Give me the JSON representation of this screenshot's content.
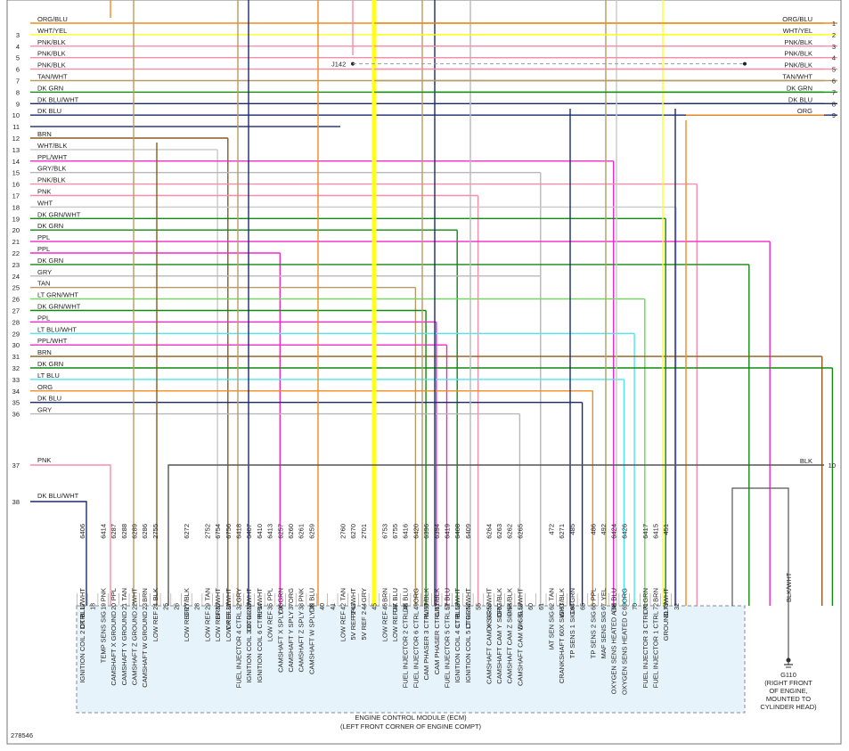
{
  "colors": {
    "ORG": "#f08c1e",
    "WHT": "#c8c8c8",
    "YEL": "#ffff1a",
    "PNK": "#f78ea7",
    "TAN": "#b89a66",
    "DKGRN": "#0f8a0f",
    "DKBLU": "#1a2a6e",
    "BRN": "#8a5a1e",
    "PPL": "#f028c8",
    "GRY": "#b8b8b8",
    "LTGRN": "#66dd55",
    "LTBLU": "#4ee6f0",
    "BLK": "#555555",
    "LINK": "#999999"
  },
  "left_wires": [
    {
      "n": "",
      "label": "ORG/BLU",
      "c": "ORG"
    },
    {
      "n": "3",
      "label": "WHT/YEL",
      "c": "YEL"
    },
    {
      "n": "4",
      "label": "PNK/BLK",
      "c": "PNK"
    },
    {
      "n": "5",
      "label": "PNK/BLK",
      "c": "PNK"
    },
    {
      "n": "6",
      "label": "PNK/BLK",
      "c": "PNK"
    },
    {
      "n": "7",
      "label": "TAN/WHT",
      "c": "TAN"
    },
    {
      "n": "8",
      "label": "DK GRN",
      "c": "DKGRN"
    },
    {
      "n": "9",
      "label": "DK BLU/WHT",
      "c": "DKBLU"
    },
    {
      "n": "10",
      "label": "DK BLU",
      "c": "DKBLU"
    },
    {
      "n": "11",
      "label": "",
      "c": "DKBLU"
    },
    {
      "n": "12",
      "label": "BRN",
      "c": "BRN"
    },
    {
      "n": "13",
      "label": "WHT/BLK",
      "c": "WHT"
    },
    {
      "n": "14",
      "label": "PPL/WHT",
      "c": "PPL"
    },
    {
      "n": "15",
      "label": "GRY/BLK",
      "c": "GRY"
    },
    {
      "n": "16",
      "label": "PNK/BLK",
      "c": "PNK"
    },
    {
      "n": "17",
      "label": "PNK",
      "c": "PNK"
    },
    {
      "n": "18",
      "label": "WHT",
      "c": "WHT"
    },
    {
      "n": "19",
      "label": "DK GRN/WHT",
      "c": "DKGRN"
    },
    {
      "n": "20",
      "label": "DK GRN",
      "c": "DKGRN"
    },
    {
      "n": "21",
      "label": "PPL",
      "c": "PPL"
    },
    {
      "n": "22",
      "label": "PPL",
      "c": "PPL"
    },
    {
      "n": "23",
      "label": "DK GRN",
      "c": "DKGRN"
    },
    {
      "n": "24",
      "label": "GRY",
      "c": "GRY"
    },
    {
      "n": "25",
      "label": "TAN",
      "c": "TAN"
    },
    {
      "n": "26",
      "label": "LT GRN/WHT",
      "c": "LTGRN"
    },
    {
      "n": "27",
      "label": "DK GRN/WHT",
      "c": "DKGRN"
    },
    {
      "n": "28",
      "label": "PPL",
      "c": "PPL"
    },
    {
      "n": "29",
      "label": "LT BLU/WHT",
      "c": "LTBLU"
    },
    {
      "n": "30",
      "label": "PPL/WHT",
      "c": "PPL"
    },
    {
      "n": "31",
      "label": "BRN",
      "c": "BRN"
    },
    {
      "n": "32",
      "label": "DK GRN",
      "c": "DKGRN"
    },
    {
      "n": "33",
      "label": "LT BLU",
      "c": "LTBLU"
    },
    {
      "n": "34",
      "label": "ORG",
      "c": "ORG"
    },
    {
      "n": "35",
      "label": "DK BLU",
      "c": "DKBLU"
    },
    {
      "n": "36",
      "label": "GRY",
      "c": "GRY"
    }
  ],
  "left_extra": [
    {
      "n": "37",
      "label": "PNK"
    },
    {
      "n": "38",
      "label": "DK BLU/WHT"
    }
  ],
  "right_wires": [
    {
      "n": "1",
      "label": "ORG/BLU",
      "c": "ORG"
    },
    {
      "n": "2",
      "label": "WHT/YEL",
      "c": "YEL"
    },
    {
      "n": "3",
      "label": "PNK/BLK",
      "c": "PNK"
    },
    {
      "n": "4",
      "label": "PNK/BLK",
      "c": "PNK"
    },
    {
      "n": "5",
      "label": "PNK/BLK",
      "c": "PNK"
    },
    {
      "n": "6",
      "label": "TAN/WHT",
      "c": "TAN"
    },
    {
      "n": "7",
      "label": "DK GRN",
      "c": "DKGRN"
    },
    {
      "n": "8",
      "label": "DK BLU",
      "c": "DKBLU"
    },
    {
      "n": "9",
      "label": "ORG",
      "c": "ORG"
    }
  ],
  "right_blk": {
    "n": "10",
    "label": "BLK"
  },
  "splice": {
    "label": "J142"
  },
  "pins": [
    {
      "p": "17",
      "w": "DK BLU/WHT",
      "c": "6406",
      "f": "IGNITION COIL 2 CTRL"
    },
    {
      "p": "18",
      "w": "",
      "c": "",
      "f": ""
    },
    {
      "p": "19",
      "w": "PNK",
      "c": "6414",
      "f": "TEMP SENS SIG"
    },
    {
      "p": "20",
      "w": "PPL",
      "c": "6287",
      "f": "CAMSHAFT X GROUND"
    },
    {
      "p": "21",
      "w": "TAN",
      "c": "6288",
      "f": "CAMSHAFT Y GROUND"
    },
    {
      "p": "22",
      "w": "WHT",
      "c": "6289",
      "f": "CAMSHAFT Z GROUND"
    },
    {
      "p": "23",
      "w": "BRN",
      "c": "6286",
      "f": "CAMSHAFT W GROUND"
    },
    {
      "p": "24",
      "w": "BLK",
      "c": "2755",
      "f": "LOW REF"
    },
    {
      "p": "25",
      "w": "",
      "c": "",
      "f": ""
    },
    {
      "p": "26",
      "w": "",
      "c": "",
      "f": ""
    },
    {
      "p": "27",
      "w": "GRY/BLK",
      "c": "6272",
      "f": "LOW REF"
    },
    {
      "p": "28",
      "w": "",
      "c": "",
      "f": ""
    },
    {
      "p": "29",
      "w": "TAN",
      "c": "2752",
      "f": "LOW REF"
    },
    {
      "p": "30",
      "w": "BRN/WHT",
      "c": "6754",
      "f": "LOW REF"
    },
    {
      "p": "31",
      "w": "DK BLU/WHT",
      "c": "6756",
      "f": "LOW REF"
    },
    {
      "p": "32",
      "w": "GRY",
      "c": "6418",
      "f": "FUEL INJECTOR 4 CTRL"
    },
    {
      "p": "33",
      "w": "DK GRN/WHT",
      "c": "6407",
      "f": "IGNITION COIL 3 CTRL"
    },
    {
      "p": "34",
      "w": "PPL/WHT",
      "c": "6410",
      "f": "IGNITION COIL 6 CTRL"
    },
    {
      "p": "35",
      "w": "PPL",
      "c": "6413",
      "f": "LOW REF"
    },
    {
      "p": "36",
      "w": "DK GRN",
      "c": "6257",
      "f": "CAMSHAFT X SPLY"
    },
    {
      "p": "37",
      "w": "ORG",
      "c": "6260",
      "f": "CAMSHAFT Y SPLY"
    },
    {
      "p": "38",
      "w": "PNK",
      "c": "6261",
      "f": "CAMSHAFT Z SPLY"
    },
    {
      "p": "39",
      "w": "DK BLU",
      "c": "6259",
      "f": "CAMSHAFT W SPLY"
    },
    {
      "p": "40",
      "w": "",
      "c": "",
      "f": ""
    },
    {
      "p": "41",
      "w": "",
      "c": "",
      "f": ""
    },
    {
      "p": "42",
      "w": "TAN",
      "c": "2760",
      "f": "LOW REF"
    },
    {
      "p": "43",
      "w": "PPL/WHT",
      "c": "6270",
      "f": "5V REF 2"
    },
    {
      "p": "44",
      "w": "GRY",
      "c": "2701",
      "f": "5V REF 2"
    },
    {
      "p": "45",
      "w": "",
      "c": "",
      "f": ""
    },
    {
      "p": "46",
      "w": "BRN",
      "c": "6753",
      "f": "LOW REF"
    },
    {
      "p": "47",
      "w": "DK BLU",
      "c": "6755",
      "f": "LOW REF"
    },
    {
      "p": "48",
      "w": "DK BLU",
      "c": "6416",
      "f": "FUEL INJECTOR 2 CTRL"
    },
    {
      "p": "49",
      "w": "ORG",
      "c": "6420",
      "f": "FUEL INJECTOR 6 CTRL"
    },
    {
      "p": "50",
      "w": "WHT/BLK",
      "c": "6396",
      "f": "CAM PHASER 3 CTRL"
    },
    {
      "p": "51",
      "w": "GRY/BLK",
      "c": "6394",
      "f": "CAM PHASER CTRL"
    },
    {
      "p": "52",
      "w": "LT BLU",
      "c": "6419",
      "f": "FUEL INJECTOR 5 CTRL"
    },
    {
      "p": "53",
      "w": "LT BLU/WHT",
      "c": "6408",
      "f": "IGNITION COIL 4 CTRL"
    },
    {
      "p": "54",
      "w": "LT GRN/WHT",
      "c": "6409",
      "f": "IGNITION COIL 5 CTRL"
    },
    {
      "p": "55",
      "w": "",
      "c": "",
      "f": ""
    },
    {
      "p": "56",
      "w": "DK GRN/WHT",
      "c": "6264",
      "f": "CAMSHAFT CAM X SIG"
    },
    {
      "p": "57",
      "w": "ORG/BLK",
      "c": "6263",
      "f": "CAMSHAFT CAM Y SIG"
    },
    {
      "p": "58",
      "w": "PNK/BLK",
      "c": "6262",
      "f": "CAMSHAFT CAM Z SIG"
    },
    {
      "p": "59",
      "w": "DK BLU/WHT",
      "c": "6265",
      "f": "CAMSHAFT CAM W SIG"
    },
    {
      "p": "60",
      "w": "",
      "c": "",
      "f": ""
    },
    {
      "p": "61",
      "w": "",
      "c": "",
      "f": ""
    },
    {
      "p": "62",
      "w": "TAN",
      "c": "472",
      "f": "IAT SEN SIG"
    },
    {
      "p": "63",
      "w": "WHT/BLK",
      "c": "6271",
      "f": "CRANKSHAFT 60X SIG"
    },
    {
      "p": "64",
      "w": "DK GRN",
      "c": "485",
      "f": "TP SENS 1 SIG"
    },
    {
      "p": "65",
      "w": "",
      "c": "",
      "f": ""
    },
    {
      "p": "66",
      "w": "PPL",
      "c": "486",
      "f": "TP SENS 2 SIG"
    },
    {
      "p": "67",
      "w": "YEL",
      "c": "492",
      "f": "MAF SENS SIG"
    },
    {
      "p": "68",
      "w": "DK BLU",
      "c": "6424",
      "f": "OXYGEN SENS HEATED A"
    },
    {
      "p": "69",
      "w": "ORG",
      "c": "6426",
      "f": "OXYGEN SENS HEATED C"
    },
    {
      "p": "70",
      "w": "",
      "c": "",
      "f": ""
    },
    {
      "p": "71",
      "w": "DK GRN",
      "c": "6417",
      "f": "FUEL INJECTOR 3 CTRL"
    },
    {
      "p": "72",
      "w": "BRN",
      "c": "6415",
      "f": "FUEL INJECTOR 1 CTRL"
    },
    {
      "p": "73",
      "w": "BLK/WHT",
      "c": "451",
      "f": "GROUND"
    },
    {
      "p": "32",
      "w": "",
      "c": "",
      "f": ""
    }
  ],
  "ground": {
    "wire": "BLK/WHT",
    "id": "G110",
    "desc": [
      "(RIGHT FRONT",
      "OF ENGINE,",
      "MOUNTED TO",
      "CYLINDER HEAD)"
    ]
  },
  "ecm": {
    "line1": "ENGINE CONTROL MODULE (ECM)",
    "line2": "(LEFT FRONT CORNER OF ENGINE COMPT)"
  },
  "figure_id": "278546"
}
